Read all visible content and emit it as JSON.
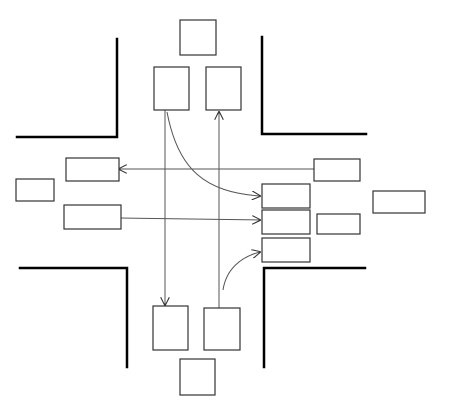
{
  "diagram": {
    "kind": "intersection-traffic-flow",
    "colors": {
      "background": "#ffffff",
      "road_edge": "#000000",
      "box_stroke": "#333333",
      "flow_line": "#555555"
    },
    "nodes": [
      {
        "id": "north-outer",
        "label": ""
      },
      {
        "id": "north-southbound",
        "label": ""
      },
      {
        "id": "north-northbound",
        "label": ""
      },
      {
        "id": "west-outer",
        "label": ""
      },
      {
        "id": "west-westbound",
        "label": ""
      },
      {
        "id": "west-eastbound",
        "label": ""
      },
      {
        "id": "east-westbound",
        "label": ""
      },
      {
        "id": "east-lane-1",
        "label": ""
      },
      {
        "id": "east-lane-2",
        "label": ""
      },
      {
        "id": "east-lane-3",
        "label": ""
      },
      {
        "id": "east-side-small",
        "label": ""
      },
      {
        "id": "east-outer",
        "label": ""
      },
      {
        "id": "south-southbound",
        "label": ""
      },
      {
        "id": "south-northbound",
        "label": ""
      },
      {
        "id": "south-outer",
        "label": ""
      }
    ],
    "flows": [
      {
        "from": "north-southbound",
        "to": "south-southbound",
        "shape": "straight"
      },
      {
        "from": "north-southbound",
        "to": "east-lane-1",
        "shape": "curved"
      },
      {
        "from": "south-northbound",
        "to": "north-northbound",
        "shape": "straight"
      },
      {
        "from": "south-northbound",
        "to": "east-lane-3",
        "shape": "curved"
      },
      {
        "from": "east-westbound",
        "to": "west-westbound",
        "shape": "straight"
      },
      {
        "from": "west-eastbound",
        "to": "east-lane-2",
        "shape": "straight"
      }
    ]
  }
}
